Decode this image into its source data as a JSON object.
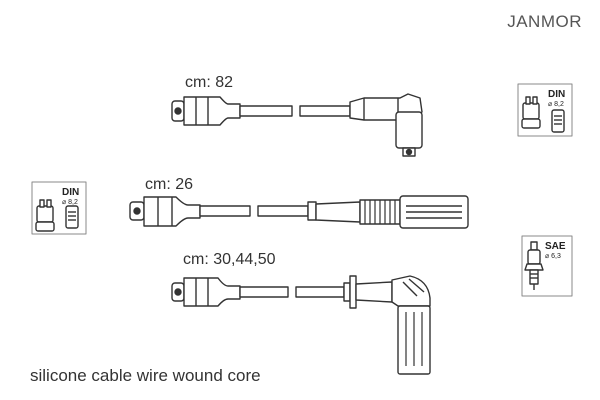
{
  "brand": "JANMOR",
  "cables": [
    {
      "length_label": "cm: 82"
    },
    {
      "length_label": "cm: 26"
    },
    {
      "length_label": "cm: 30,44,50"
    }
  ],
  "badges": {
    "distributor_top": {
      "standard": "DIN",
      "diameter": "⌀ 8,2",
      "icon": "distributor-cap-icon"
    },
    "distributor_left": {
      "standard": "DIN",
      "diameter": "⌀ 8,2",
      "icon": "distributor-cap-icon"
    },
    "spark_plug": {
      "standard": "SAE",
      "diameter": "⌀ 6,3",
      "icon": "spark-plug-icon"
    }
  },
  "footer": "silicone cable wire wound core"
}
